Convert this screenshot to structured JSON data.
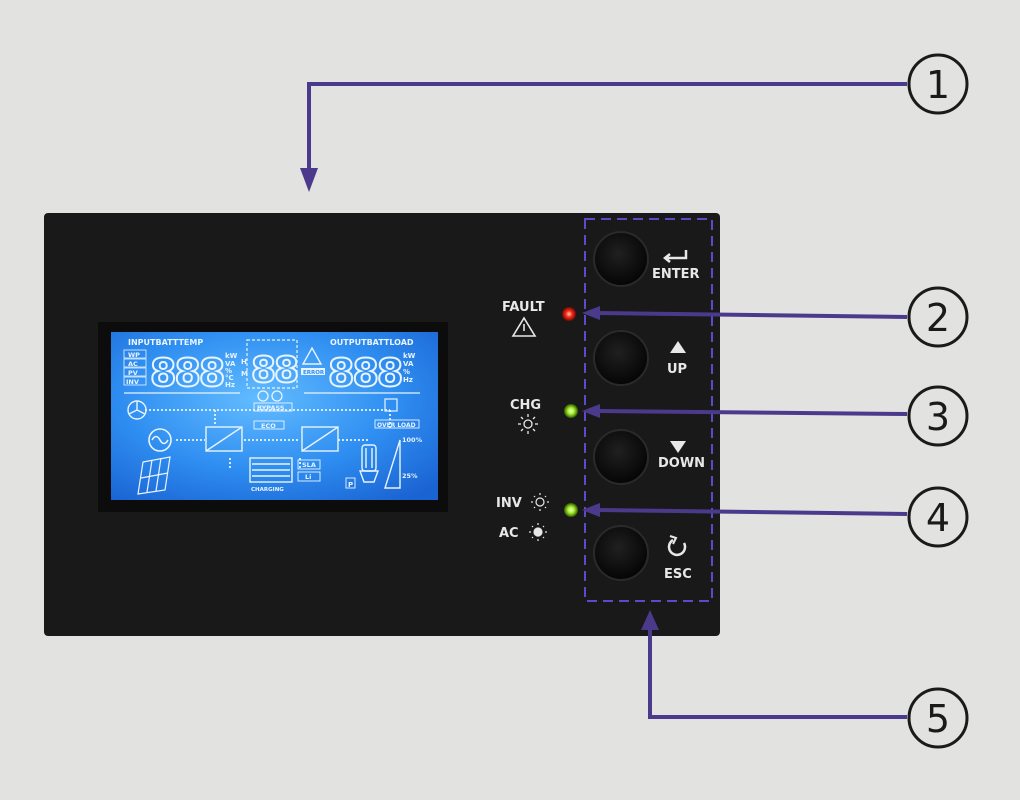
{
  "callouts": [
    "1",
    "2",
    "3",
    "4",
    "5"
  ],
  "indicators": {
    "fault": {
      "label": "FAULT",
      "led_color": "#ff2a1a"
    },
    "chg": {
      "label": "CHG",
      "led_color": "#b4ff2a"
    },
    "inv": {
      "label": "INV",
      "led_color": "#b4ff2a"
    },
    "ac": {
      "label": "AC"
    }
  },
  "buttons": {
    "enter": {
      "label": "ENTER",
      "icon": "enter-arrow-icon"
    },
    "up": {
      "label": "UP",
      "icon": "triangle-up-icon"
    },
    "down": {
      "label": "DOWN",
      "icon": "triangle-down-icon"
    },
    "esc": {
      "label": "ESC",
      "icon": "return-circle-icon"
    }
  },
  "lcd": {
    "left_header": "INPUTBATTTEMP",
    "right_header": "OUTPUTBATTLOAD",
    "left_tags": [
      "WP",
      "AC",
      "PV",
      "INV"
    ],
    "left_units": [
      "kW",
      "VA",
      "%",
      "°C",
      "Hz"
    ],
    "left_digits": "888",
    "center_digits": "88",
    "right_digits": "888",
    "right_units": [
      "kW",
      "VA",
      "%",
      "Hz"
    ],
    "h_label": "H",
    "m_label": "M",
    "error_label": "ERROR",
    "bypass_label": "BYPASS",
    "eco_label": "ECO",
    "overload_label": "OVER LOAD",
    "sla_label": "SLA",
    "li_label": "Li",
    "charging_label": "CHARGING",
    "load_100": "100%",
    "load_25": "25%",
    "p_label": "P"
  },
  "colors": {
    "background": "#e2e2e0",
    "panel": "#191919",
    "lcd_blue": "#3aa0f6",
    "callout_line": "#4b3a8c",
    "dashed_frame": "#5a4cc8"
  }
}
